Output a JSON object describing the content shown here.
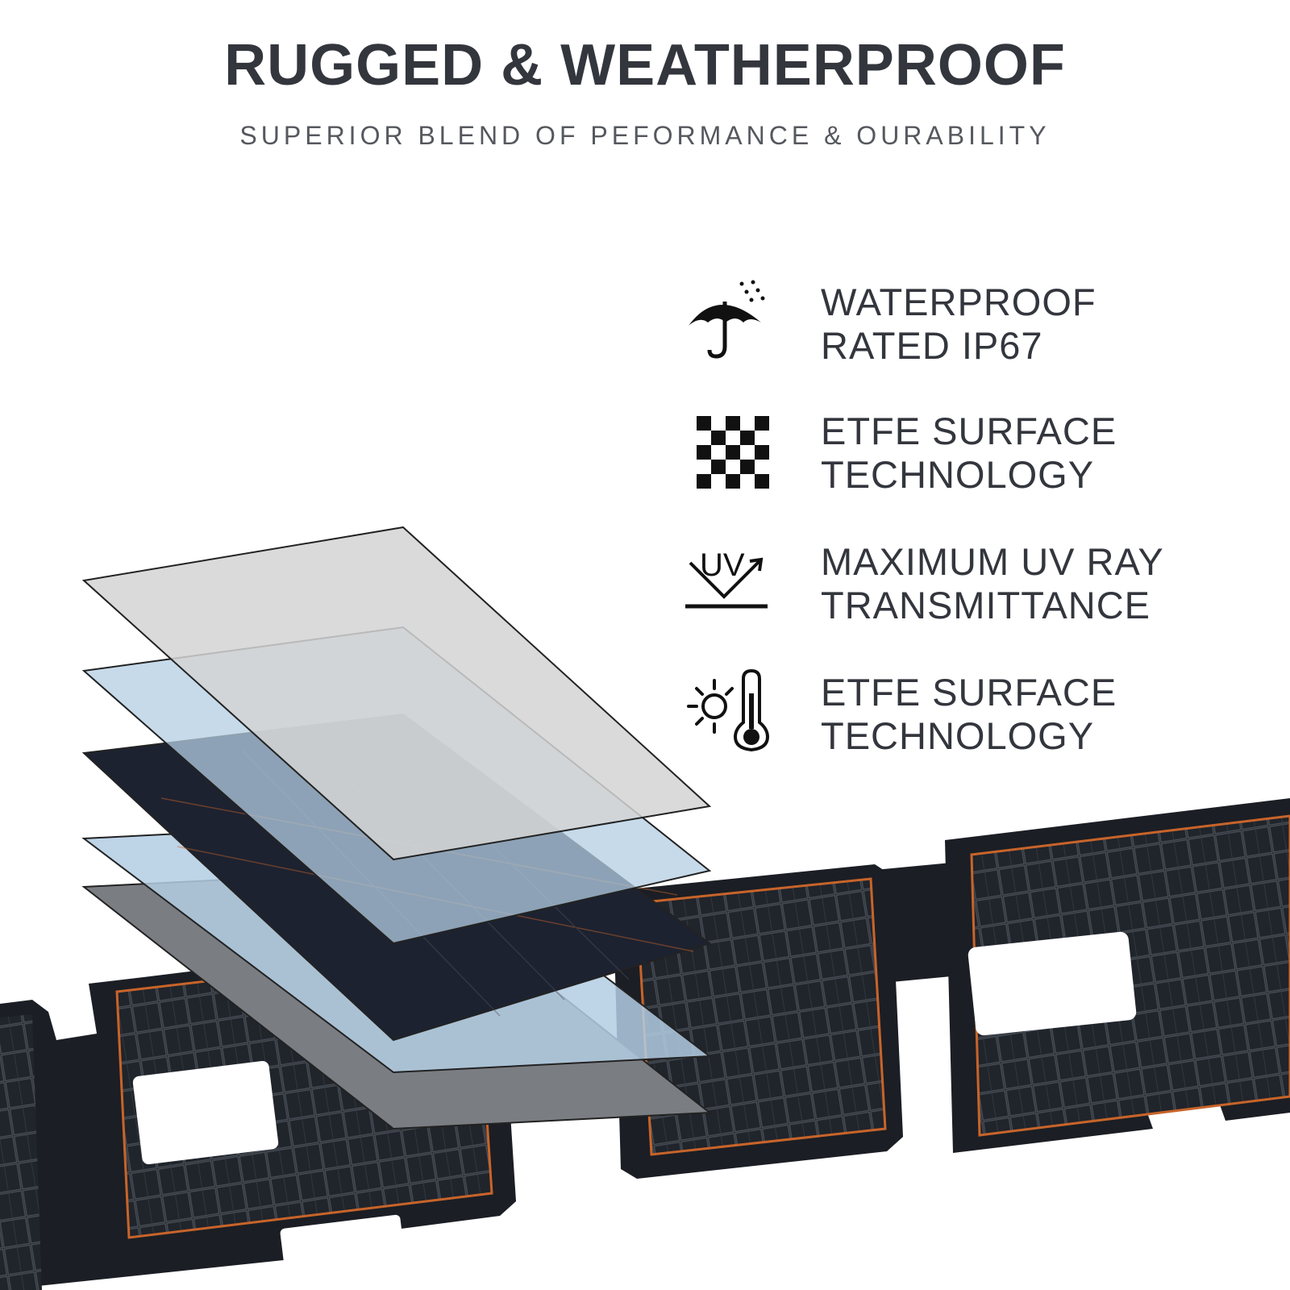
{
  "header": {
    "title": "RUGGED & WEATHERPROOF",
    "subtitle": "SUPERIOR BLEND OF PEFORMANCE & OURABILITY"
  },
  "features": [
    {
      "icon": "umbrella-rain-icon",
      "line1": "WATERPROOF",
      "line2": "RATED IP67"
    },
    {
      "icon": "checkerboard-icon",
      "line1": "ETFE SURFACE",
      "line2": "TECHNOLOGY"
    },
    {
      "icon": "uv-ray-icon",
      "line1": "MAXIMUM UV RAY",
      "line2": "TRANSMITTANCE",
      "icon_text": "UV"
    },
    {
      "icon": "sun-thermometer-icon",
      "line1": "ETFE SURFACE",
      "line2": "TECHNOLOGY"
    }
  ],
  "colors": {
    "text": "#33363d",
    "subtext": "#55585e",
    "panel": "#1f2228",
    "accent_orange": "#c8642a",
    "layer_gray": "#d4d4d4",
    "layer_blue": "#b3cde3"
  }
}
